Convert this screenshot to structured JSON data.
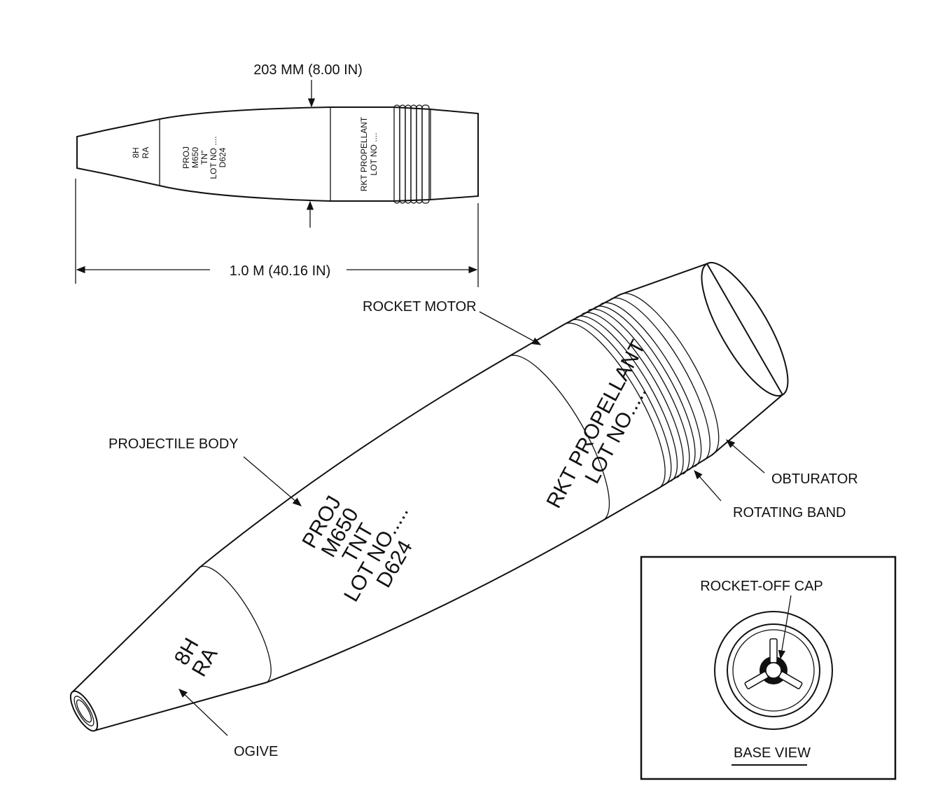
{
  "top_view": {
    "diameter_label": "203 MM (8.00 IN)",
    "length_label": "1.0 M (40.16 IN)",
    "ogive_marking": [
      "8H",
      "RA"
    ],
    "body_marking": [
      "PROJ",
      "M650",
      "TN\"",
      "LOT NO ....",
      "D624"
    ],
    "motor_marking": [
      "RKT PROPELLANT",
      "LOT NO ...."
    ]
  },
  "main_view": {
    "ogive_marking": [
      "8H",
      "RA"
    ],
    "body_marking": [
      "PROJ",
      "M650",
      "TNT",
      "LOT NO.....",
      "D624"
    ],
    "motor_marking": [
      "RKT PROPELLANT",
      "LOT NO....."
    ]
  },
  "callouts": {
    "rocket_motor": "ROCKET MOTOR",
    "projectile_body": "PROJECTILE BODY",
    "obturator": "OBTURATOR",
    "rotating_band": "ROTATING BAND",
    "ogive": "OGIVE"
  },
  "base_view": {
    "cap_label": "ROCKET-OFF CAP",
    "title": "BASE VIEW"
  }
}
